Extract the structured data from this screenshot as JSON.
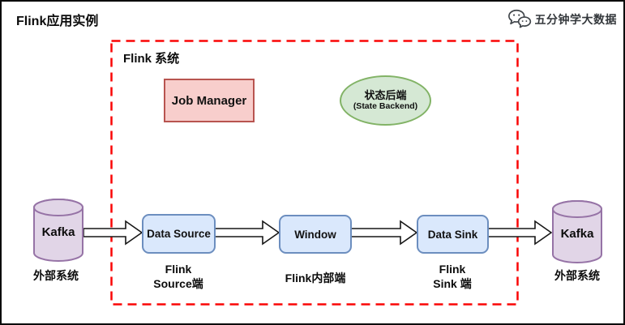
{
  "page": {
    "title": "Flink应用实例"
  },
  "brand": {
    "name": "五分钟学大数据",
    "icon": "wechat-icon"
  },
  "system": {
    "label": "Flink 系统"
  },
  "nodes": {
    "job_manager": {
      "label": "Job Manager"
    },
    "state_backend": {
      "title": "状态后端",
      "subtitle": "(State Backend)"
    },
    "kafka_left": {
      "label": "Kafka"
    },
    "data_source": {
      "label": "Data Source"
    },
    "window": {
      "label": "Window"
    },
    "data_sink": {
      "label": "Data Sink"
    },
    "kafka_right": {
      "label": "Kafka"
    }
  },
  "captions": {
    "external_left": "外部系统",
    "source_line1": "Flink",
    "source_line2": "Source端",
    "internal": "Flink内部端",
    "sink_line1": "Flink",
    "sink_line2": "Sink 端",
    "external_right": "外部系统"
  },
  "colors": {
    "boundary_red": "#fa0505",
    "pink_fill": "#f8cecc",
    "pink_stroke": "#b85450",
    "blue_fill": "#dae8fc",
    "blue_stroke": "#6c8ebf",
    "green_fill": "#d5e8d4",
    "green_stroke": "#82b366",
    "purple_fill": "#e1d5e7",
    "purple_stroke": "#9673a6",
    "frame_black": "#0a0a0a"
  }
}
